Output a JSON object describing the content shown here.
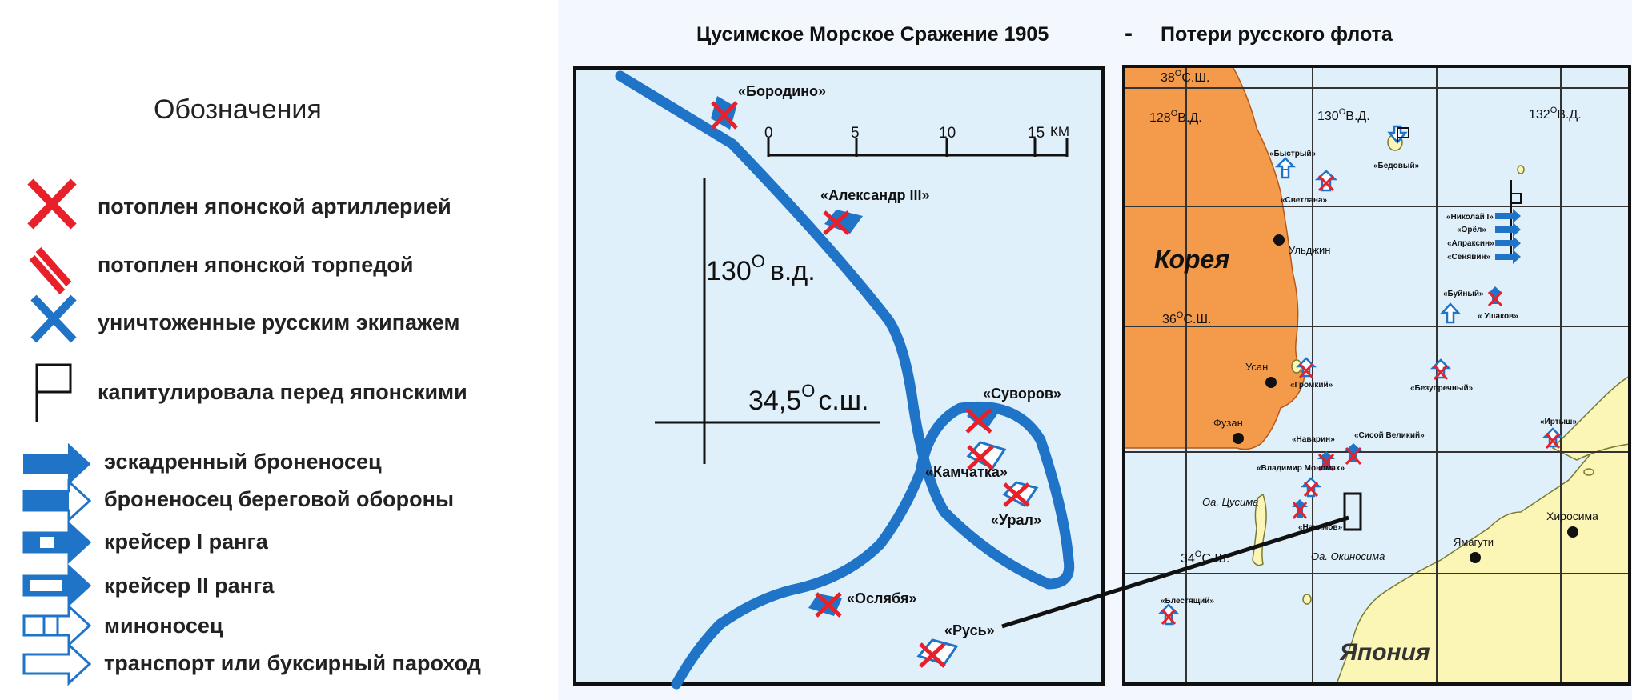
{
  "title": {
    "left": "Цусимское Морское Сражение 1905",
    "dash": "-",
    "right": "Потери русского флота"
  },
  "legend": {
    "title": "Обозначения",
    "items": [
      {
        "icon": "red-cross-icon",
        "label": "потоплен японской артиллерией"
      },
      {
        "icon": "red-double-slash-icon",
        "label": "потоплен японской торпедой"
      },
      {
        "icon": "blue-cross-icon",
        "label": "уничтоженные русским экипажем"
      },
      {
        "icon": "flag-outline-icon",
        "label": "капитулировала перед японскими"
      },
      {
        "icon": "filled-arrow-icon",
        "label": "эскадренный броненосец"
      },
      {
        "icon": "half-filled-arrow-icon",
        "label": "броненосец береговой обороны"
      },
      {
        "icon": "cruiser-1-arrow-icon",
        "label": "крейсер I ранга"
      },
      {
        "icon": "cruiser-2-arrow-icon",
        "label": "крейсер II ранга"
      },
      {
        "icon": "destroyer-arrow-icon",
        "label": "миноносец"
      },
      {
        "icon": "outline-arrow-icon",
        "label": "транспорт  или буксирный пароход"
      }
    ]
  },
  "detail_map": {
    "scale": {
      "ticks": [
        "0",
        "5",
        "10",
        "15"
      ],
      "unit": "КМ"
    },
    "lon": {
      "value": "130",
      "deg": "O",
      "suffix": "в.д."
    },
    "lat": {
      "value": "34,5",
      "deg": "O",
      "suffix": "с.ш."
    },
    "ships": [
      "«Бородино»",
      "«Александр III»",
      "«Суворов»",
      "«Камчатка»",
      "«Урал»",
      "«Ослябя»",
      "«Русь»"
    ]
  },
  "overview_map": {
    "grid": {
      "lat38": {
        "value": "38",
        "deg": "O",
        "suffix": "С.Ш."
      },
      "lon128": {
        "value": "128",
        "deg": "O",
        "suffix": "В.Д."
      },
      "lon130": {
        "value": "130",
        "deg": "O",
        "suffix": "В.Д."
      },
      "lon132": {
        "value": "132",
        "deg": "O",
        "suffix": "В.Д."
      },
      "lat36": {
        "value": "36",
        "deg": "O",
        "suffix": "С.Ш."
      },
      "lat34": {
        "value": "34",
        "deg": "O",
        "suffix": "С.Ш."
      }
    },
    "regions": {
      "korea": "Корея",
      "japan": "Япония"
    },
    "cities": [
      "Ульджин",
      "Усан",
      "Фузан",
      "Ямагути",
      "Хиросима"
    ],
    "islands": [
      "Оа. Цусима",
      "Оа. Окиносима"
    ],
    "ships": [
      "«Быстрый»",
      "«Бедовый»",
      "«Светлана»",
      "«Николай I»",
      "«Орёл»",
      "«Апраксин»",
      "«Сенявин»",
      "«Буйный»",
      "« Ушаков»",
      "«Громкий»",
      "«Безупречный»",
      "«Наварин»",
      "«Сисой Великий»",
      "«Владимир Мономах»",
      "«Нахимов»",
      "«Иртыш»",
      "«Блестящий»"
    ]
  },
  "colors": {
    "sea": "#dff0fb",
    "korea": "#f39a4b",
    "japan": "#fcf6b6",
    "ship_blue": "#1f74c8",
    "cross_red": "#e8202a",
    "route_blue": "#1f74c8"
  }
}
